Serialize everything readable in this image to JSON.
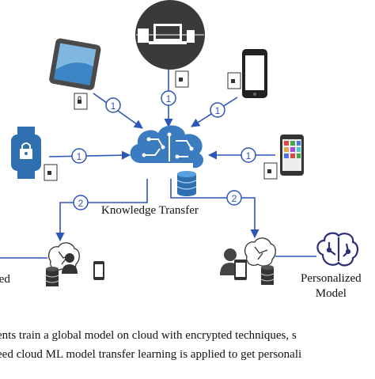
{
  "diagram": {
    "knowledge_transfer_label": "Knowledge Transfer",
    "personalized_model_line1": "Personalized",
    "personalized_model_line2": "Model",
    "partial_left_label": "zed",
    "step1_label": "1",
    "step2_label": "2"
  },
  "caption": {
    "line1": "ents train a global model on cloud with encrypted techniques, s",
    "line2": "eed cloud ML model transfer learning is applied to get personali"
  },
  "colors": {
    "accent_blue": "#2e56b8",
    "icon_blue": "#2f6fb0",
    "cloud_blue": "#3b7bc0",
    "dark_gray": "#3a3a3a",
    "navy_brain": "#2b2f7a"
  }
}
